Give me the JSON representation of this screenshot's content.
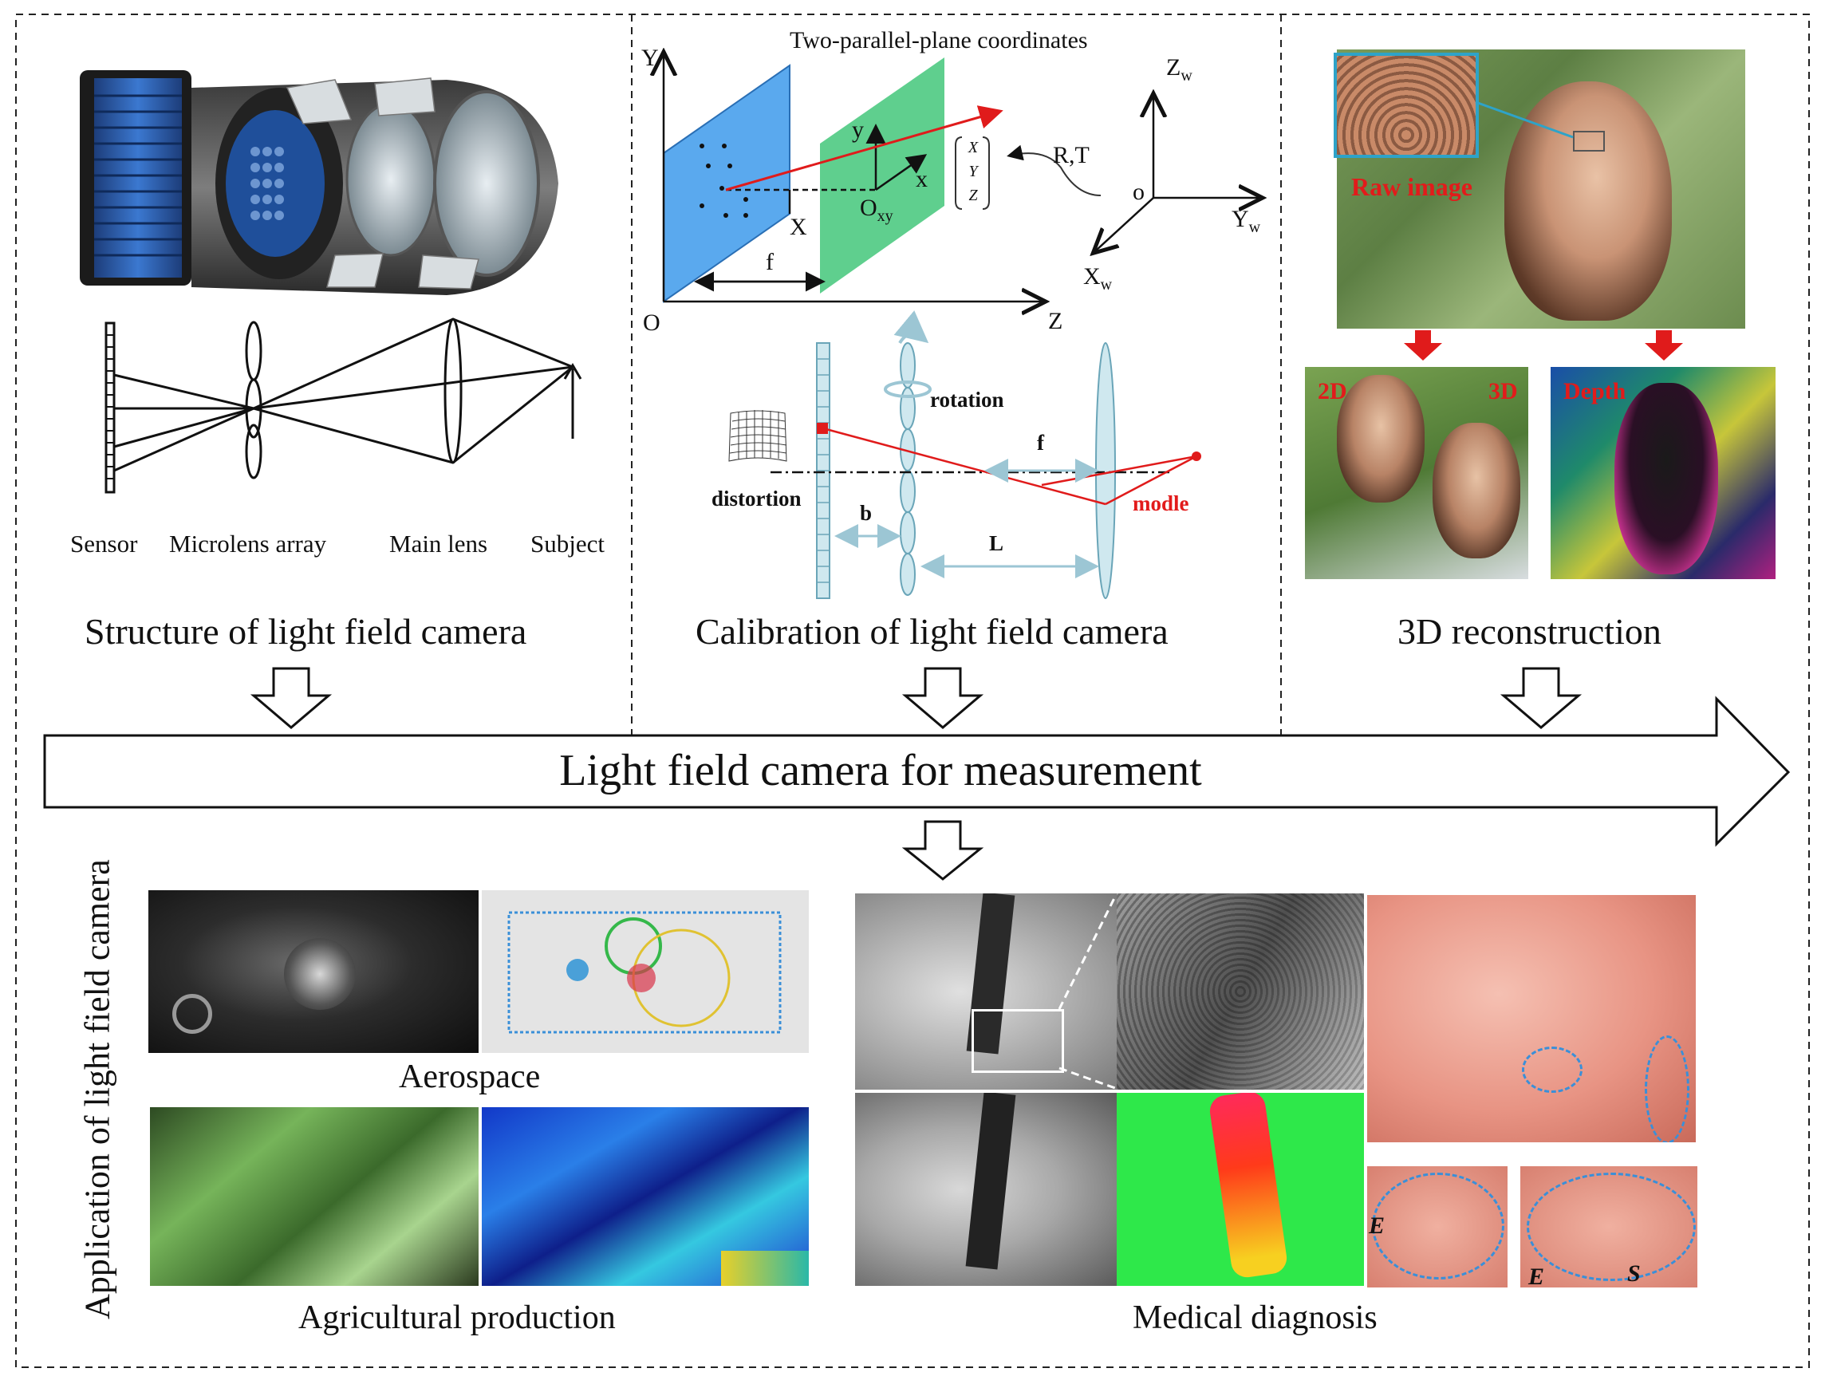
{
  "panels": {
    "structure": {
      "title": "Structure of light field camera",
      "labels": [
        "Sensor",
        "Microlens array",
        "Main lens",
        "Subject"
      ]
    },
    "calibration": {
      "title": "Calibration of light field camera",
      "coord_title": "Two-parallel-plane coordinates",
      "axes": {
        "Y": "Y",
        "O": "O",
        "Z": "Z",
        "X": "X",
        "f": "f",
        "y": "y",
        "x": "x",
        "Oxy": "O",
        "Oxy_sub": "xy"
      },
      "vector": [
        "X",
        "Y",
        "Z"
      ],
      "rt": "R,T",
      "world": {
        "Zw": "Z",
        "Yw": "Y",
        "Xw": "X",
        "sub": "w",
        "o": "o"
      },
      "lower": {
        "rotation": "rotation",
        "f": "f",
        "distortion": "distortion",
        "b": "b",
        "L": "L",
        "modle": "modle"
      }
    },
    "reconstruction": {
      "title": "3D reconstruction",
      "raw": "Raw image",
      "d2": "2D",
      "d3": "3D",
      "depth": "Depth"
    }
  },
  "banner": "Light field camera for measurement",
  "application": {
    "vertical_label": "Application of light field camera",
    "aerospace": "Aerospace",
    "agriculture": "Agricultural production",
    "medical": "Medical diagnosis",
    "E": "E",
    "S": "S"
  },
  "colors": {
    "blue_plane": "#5aa9ee",
    "green_plane": "#5fcf8e",
    "ray_red": "#e01b1b",
    "lens_blue": "#b9dbe6"
  }
}
